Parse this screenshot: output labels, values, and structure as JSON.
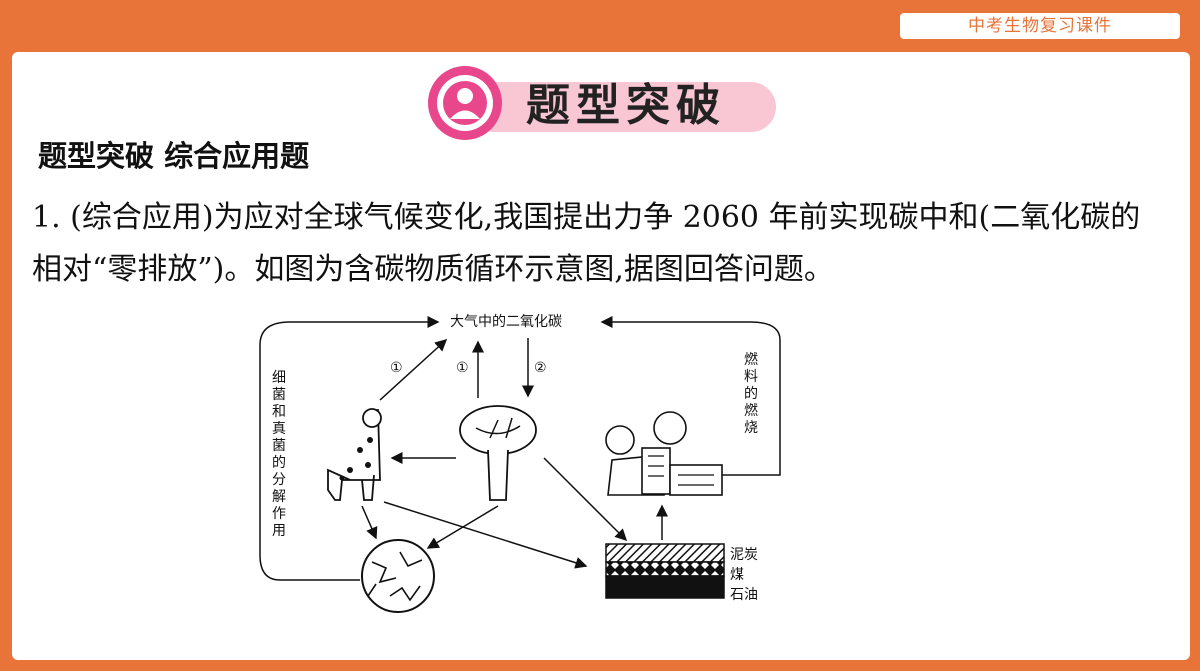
{
  "header": {
    "tag": "中考生物复习课件"
  },
  "banner": {
    "title": "题型突破",
    "icon": "person-icon"
  },
  "section": {
    "title": "题型突破  综合应用题"
  },
  "question": {
    "text": "1. (综合应用)为应对全球气候变化,我国提出力争 2060 年前实现碳中和(二氧化碳的相对“零排放”)。如图为含碳物质循环示意图,据图回答问题。"
  },
  "diagram": {
    "atmosphere": "大气中的二氧化碳",
    "arrow1a": "①",
    "arrow1b": "①",
    "arrow2": "②",
    "decomposition": [
      "细",
      "菌",
      "和",
      "真",
      "菌",
      "的",
      "分",
      "解",
      "作",
      "用"
    ],
    "burning": [
      "燃",
      "料",
      "的",
      "燃",
      "烧"
    ],
    "fossil": {
      "peat": "泥炭",
      "coal": "煤",
      "oil": "石油"
    }
  },
  "colors": {
    "accent": "#E8743A",
    "banner_pink": "#F9C6D3",
    "banner_circle": "#E8478B"
  }
}
